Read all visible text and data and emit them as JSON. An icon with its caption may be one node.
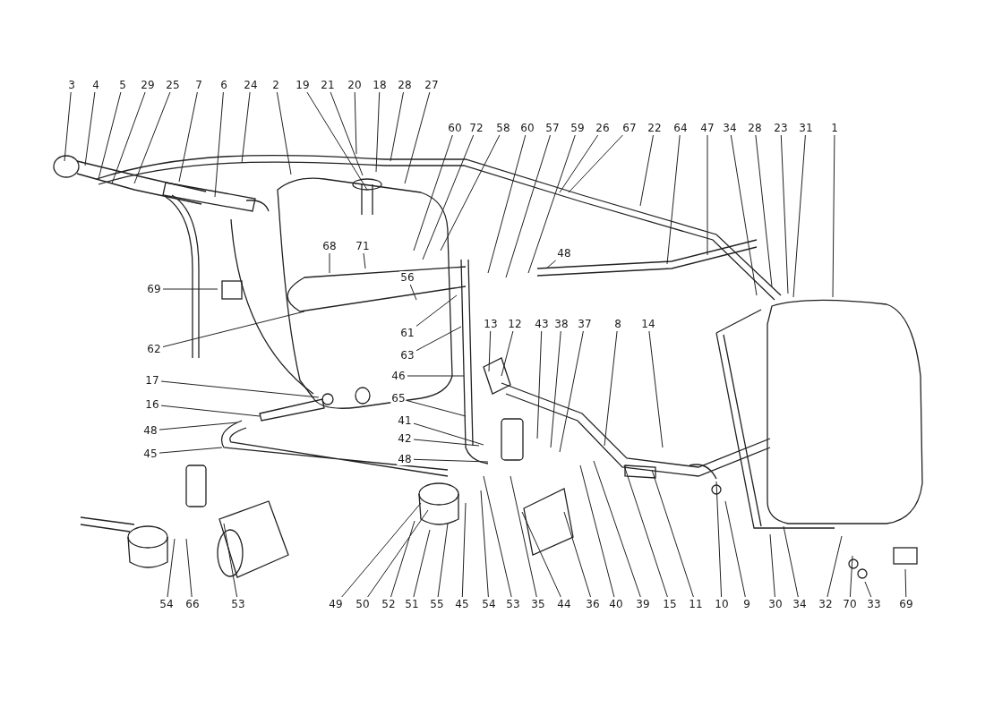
{
  "diagram": {
    "nodes": [
      {
        "text": [
          "3"
        ]
      },
      {
        "text": [
          "4"
        ]
      },
      {
        "text": [
          "5"
        ]
      },
      {
        "text": [
          "29"
        ]
      },
      {
        "text": [
          "25"
        ]
      },
      {
        "text": [
          "7"
        ]
      },
      {
        "text": [
          "6"
        ]
      },
      {
        "text": [
          "24"
        ]
      },
      {
        "text": [
          "2"
        ]
      },
      {
        "text": [
          "19"
        ]
      },
      {
        "text": [
          "21"
        ]
      },
      {
        "text": [
          "20"
        ]
      },
      {
        "text": [
          "18"
        ]
      },
      {
        "text": [
          "28"
        ]
      },
      {
        "text": [
          "27"
        ]
      },
      {
        "text": [
          "60"
        ]
      },
      {
        "text": [
          "72"
        ]
      },
      {
        "text": [
          "58"
        ]
      },
      {
        "text": [
          "60"
        ]
      },
      {
        "text": [
          "57"
        ]
      },
      {
        "text": [
          "59"
        ]
      },
      {
        "text": [
          "26"
        ]
      },
      {
        "text": [
          "67"
        ]
      },
      {
        "text": [
          "22"
        ]
      },
      {
        "text": [
          "64"
        ]
      },
      {
        "text": [
          "47"
        ]
      },
      {
        "text": [
          "34"
        ]
      },
      {
        "text": [
          "28"
        ]
      },
      {
        "text": [
          "23"
        ]
      },
      {
        "text": [
          "31"
        ]
      },
      {
        "text": [
          "1"
        ]
      },
      {
        "text": [
          "68"
        ]
      },
      {
        "text": [
          "71"
        ]
      },
      {
        "text": [
          "48"
        ]
      },
      {
        "text": [
          "69"
        ]
      },
      {
        "text": [
          "56"
        ]
      },
      {
        "text": [
          "62"
        ]
      },
      {
        "text": [
          "61"
        ]
      },
      {
        "text": [
          "63"
        ]
      },
      {
        "text": [
          "13"
        ]
      },
      {
        "text": [
          "12"
        ]
      },
      {
        "text": [
          "43"
        ]
      },
      {
        "text": [
          "38"
        ]
      },
      {
        "text": [
          "37"
        ]
      },
      {
        "text": [
          "8"
        ]
      },
      {
        "text": [
          "14"
        ]
      },
      {
        "text": [
          "46"
        ]
      },
      {
        "text": [
          "65"
        ]
      },
      {
        "text": [
          "17"
        ]
      },
      {
        "text": [
          "16"
        ]
      },
      {
        "text": [
          "48"
        ]
      },
      {
        "text": [
          "45"
        ]
      },
      {
        "text": [
          "41"
        ]
      },
      {
        "text": [
          "42"
        ]
      },
      {
        "text": [
          "48"
        ]
      },
      {
        "text": [
          "54"
        ]
      },
      {
        "text": [
          "66"
        ]
      },
      {
        "text": [
          "53"
        ]
      },
      {
        "text": [
          "49"
        ]
      },
      {
        "text": [
          "50"
        ]
      },
      {
        "text": [
          "52"
        ]
      },
      {
        "text": [
          "51"
        ]
      },
      {
        "text": [
          "55"
        ]
      },
      {
        "text": [
          "45"
        ]
      },
      {
        "text": [
          "54"
        ]
      },
      {
        "text": [
          "53"
        ]
      },
      {
        "text": [
          "35"
        ]
      },
      {
        "text": [
          "44"
        ]
      },
      {
        "text": [
          "36"
        ]
      },
      {
        "text": [
          "40"
        ]
      },
      {
        "text": [
          "39"
        ]
      },
      {
        "text": [
          "15"
        ]
      },
      {
        "text": [
          "11"
        ]
      },
      {
        "text": [
          "10"
        ]
      },
      {
        "text": [
          "9"
        ]
      },
      {
        "text": [
          "30"
        ]
      },
      {
        "text": [
          "34"
        ]
      },
      {
        "text": [
          "32"
        ]
      },
      {
        "text": [
          "70"
        ]
      },
      {
        "text": [
          "33"
        ]
      },
      {
        "text": [
          "69"
        ]
      }
    ],
    "edges": [
      {
        "from": 0,
        "to": null,
        "arrow": "none"
      },
      {
        "from": 1,
        "to": null,
        "arrow": "none"
      },
      {
        "from": 2,
        "to": null,
        "arrow": "none"
      },
      {
        "from": 3,
        "to": null,
        "arrow": "none"
      },
      {
        "from": 4,
        "to": null,
        "arrow": "none"
      },
      {
        "from": 5,
        "to": null,
        "arrow": "none"
      },
      {
        "from": 6,
        "to": null,
        "arrow": "none"
      },
      {
        "from": 7,
        "to": null,
        "arrow": "none"
      },
      {
        "from": 8,
        "to": null,
        "arrow": "none"
      },
      {
        "from": 9,
        "to": null,
        "arrow": "none"
      },
      {
        "from": 10,
        "to": null,
        "arrow": "none"
      },
      {
        "from": 11,
        "to": null,
        "arrow": "none"
      },
      {
        "from": 12,
        "to": null,
        "arrow": "none"
      },
      {
        "from": 13,
        "to": null,
        "arrow": "none"
      },
      {
        "from": 14,
        "to": null,
        "arrow": "none"
      },
      {
        "from": 15,
        "to": null,
        "arrow": "none"
      },
      {
        "from": 16,
        "to": null,
        "arrow": "none"
      },
      {
        "from": 17,
        "to": null,
        "arrow": "none"
      },
      {
        "from": 18,
        "to": null,
        "arrow": "none"
      },
      {
        "from": 19,
        "to": null,
        "arrow": "none"
      },
      {
        "from": 20,
        "to": null,
        "arrow": "none"
      },
      {
        "from": 21,
        "to": null,
        "arrow": "none"
      },
      {
        "from": 22,
        "to": null,
        "arrow": "none"
      },
      {
        "from": 23,
        "to": null,
        "arrow": "none"
      },
      {
        "from": 24,
        "to": null,
        "arrow": "none"
      },
      {
        "from": 25,
        "to": null,
        "arrow": "none"
      },
      {
        "from": 26,
        "to": null,
        "arrow": "none"
      },
      {
        "from": 27,
        "to": null,
        "arrow": "none"
      },
      {
        "from": 28,
        "to": null,
        "arrow": "none"
      },
      {
        "from": 29,
        "to": null,
        "arrow": "none"
      },
      {
        "from": 30,
        "to": null,
        "arrow": "none"
      },
      {
        "from": 31,
        "to": null,
        "arrow": "none"
      },
      {
        "from": 32,
        "to": null,
        "arrow": "none"
      },
      {
        "from": 33,
        "to": null,
        "arrow": "none"
      },
      {
        "from": 34,
        "to": null,
        "arrow": "none"
      },
      {
        "from": 35,
        "to": null,
        "arrow": "none"
      },
      {
        "from": 36,
        "to": null,
        "arrow": "none"
      },
      {
        "from": 37,
        "to": null,
        "arrow": "none"
      },
      {
        "from": 38,
        "to": null,
        "arrow": "none"
      },
      {
        "from": 39,
        "to": null,
        "arrow": "none"
      },
      {
        "from": 40,
        "to": null,
        "arrow": "none"
      },
      {
        "from": 41,
        "to": null,
        "arrow": "none"
      },
      {
        "from": 42,
        "to": null,
        "arrow": "none"
      },
      {
        "from": 43,
        "to": null,
        "arrow": "none"
      },
      {
        "from": 44,
        "to": null,
        "arrow": "none"
      },
      {
        "from": 45,
        "to": null,
        "arrow": "none"
      },
      {
        "from": 46,
        "to": null,
        "arrow": "none"
      },
      {
        "from": 47,
        "to": null,
        "arrow": "none"
      },
      {
        "from": 48,
        "to": null,
        "arrow": "none"
      },
      {
        "from": 49,
        "to": null,
        "arrow": "none"
      },
      {
        "from": 50,
        "to": null,
        "arrow": "none"
      },
      {
        "from": 51,
        "to": null,
        "arrow": "none"
      },
      {
        "from": 52,
        "to": null,
        "arrow": "none"
      },
      {
        "from": 53,
        "to": null,
        "arrow": "none"
      },
      {
        "from": 54,
        "to": null,
        "arrow": "none"
      },
      {
        "from": 55,
        "to": null,
        "arrow": "none"
      },
      {
        "from": 56,
        "to": null,
        "arrow": "none"
      },
      {
        "from": 57,
        "to": null,
        "arrow": "none"
      },
      {
        "from": 58,
        "to": null,
        "arrow": "none"
      },
      {
        "from": 59,
        "to": null,
        "arrow": "none"
      },
      {
        "from": 60,
        "to": null,
        "arrow": "none"
      },
      {
        "from": 61,
        "to": null,
        "arrow": "none"
      },
      {
        "from": 62,
        "to": null,
        "arrow": "none"
      },
      {
        "from": 63,
        "to": null,
        "arrow": "none"
      },
      {
        "from": 64,
        "to": null,
        "arrow": "none"
      },
      {
        "from": 65,
        "to": null,
        "arrow": "none"
      },
      {
        "from": 66,
        "to": null,
        "arrow": "none"
      },
      {
        "from": 67,
        "to": null,
        "arrow": "none"
      },
      {
        "from": 68,
        "to": null,
        "arrow": "none"
      },
      {
        "from": 69,
        "to": null,
        "arrow": "none"
      },
      {
        "from": 70,
        "to": null,
        "arrow": "none"
      },
      {
        "from": 71,
        "to": null,
        "arrow": "none"
      },
      {
        "from": 72,
        "to": null,
        "arrow": "none"
      },
      {
        "from": 73,
        "to": null,
        "arrow": "none"
      },
      {
        "from": 74,
        "to": null,
        "arrow": "none"
      },
      {
        "from": 75,
        "to": null,
        "arrow": "none"
      },
      {
        "from": 76,
        "to": null,
        "arrow": "none"
      },
      {
        "from": 77,
        "to": null,
        "arrow": "none"
      },
      {
        "from": 78,
        "to": null,
        "arrow": "none"
      },
      {
        "from": 79,
        "to": null,
        "arrow": "none"
      },
      {
        "from": 80,
        "to": null,
        "arrow": "none"
      }
    ]
  }
}
